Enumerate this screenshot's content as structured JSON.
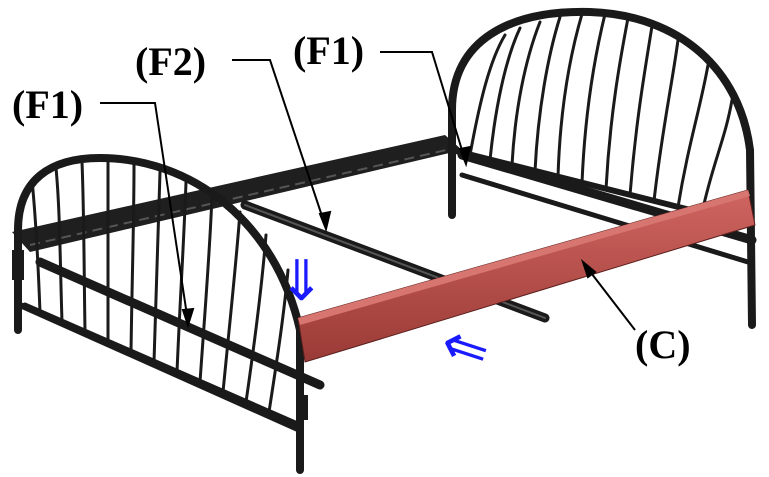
{
  "labels": {
    "f1_left": "(F1)",
    "f2": "(F2)",
    "f1_right": "(F1)",
    "c": "(C)"
  },
  "arrows": {
    "down": "⇓",
    "left": "⇐"
  },
  "colors": {
    "frame": "#1a1a1a",
    "rail_top": "#c0504d",
    "rail_front": "#a33d3a",
    "arrow": "#1a1aff"
  }
}
